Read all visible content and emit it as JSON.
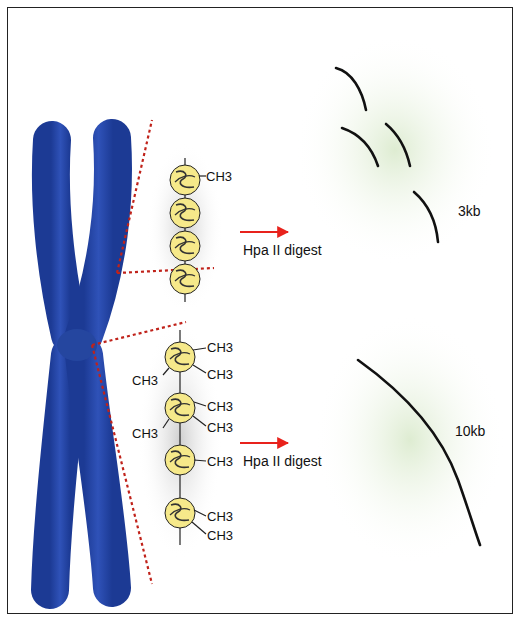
{
  "diagram": {
    "labels": [
      "CH3",
      "Hpa II digest",
      "3kb",
      "CH3",
      "CH3",
      "CH3",
      "CH3",
      "CH3",
      "CH3",
      "CH3",
      "CH3",
      "CH3",
      "Hpa II digest",
      "10kb"
    ]
  }
}
